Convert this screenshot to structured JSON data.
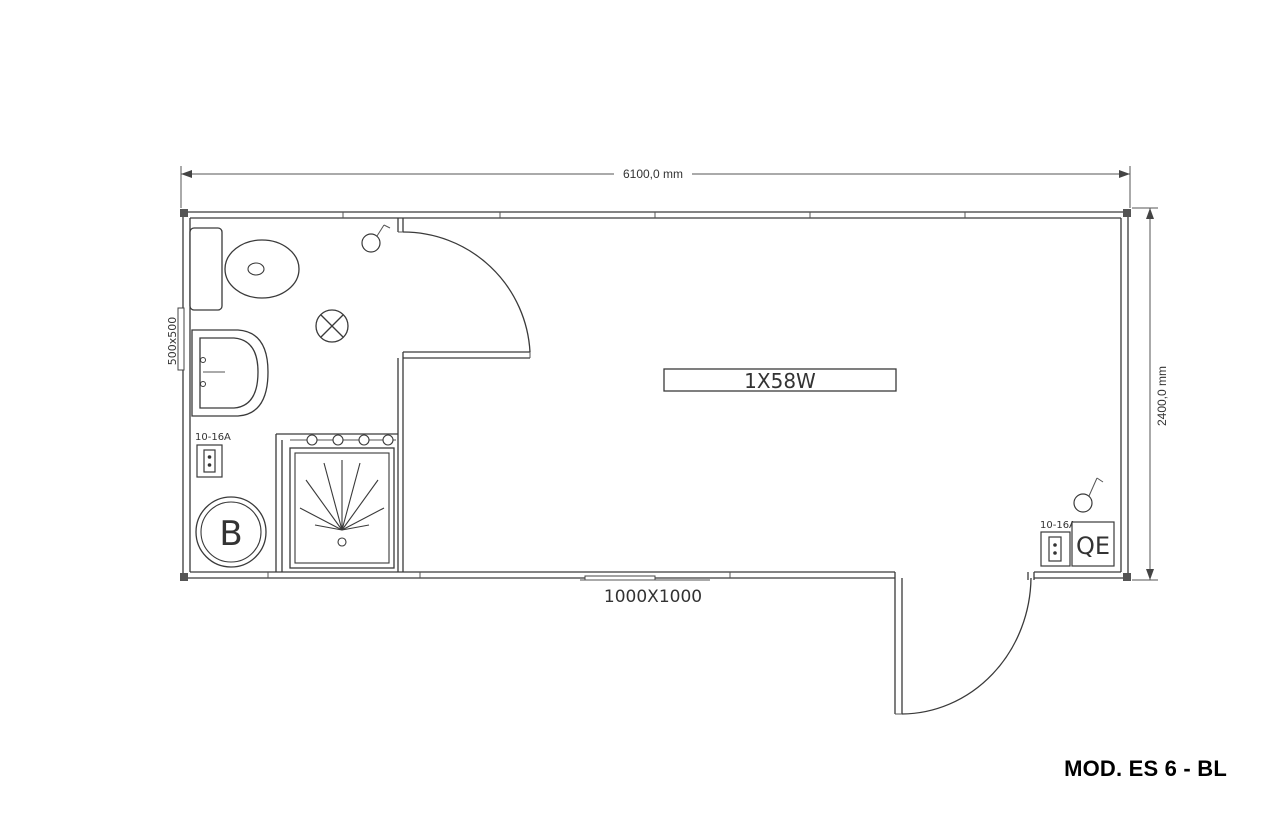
{
  "dimensions": {
    "width_label": "6100,0 mm",
    "height_label": "2400,0 mm"
  },
  "labels": {
    "window_size": "500x500",
    "socket_rating_1": "10-16A",
    "socket_rating_2": "10-16A",
    "boiler": "B",
    "light": "1X58W",
    "panel": "QE",
    "window_main": "1000X1000"
  },
  "model": "MOD. ES 6 - BL"
}
